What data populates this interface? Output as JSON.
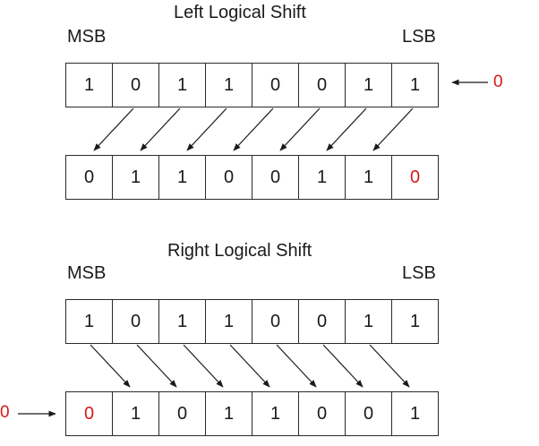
{
  "colors": {
    "shifted_in": "#d61a1a",
    "ink": "#1a1a1a"
  },
  "left_shift": {
    "title": "Left Logical Shift",
    "msb_label": "MSB",
    "lsb_label": "LSB",
    "before": [
      "1",
      "0",
      "1",
      "1",
      "0",
      "0",
      "1",
      "1"
    ],
    "after": [
      "0",
      "1",
      "1",
      "0",
      "0",
      "1",
      "1",
      "0"
    ],
    "shifted_in_value": "0",
    "shifted_in_index": 7
  },
  "right_shift": {
    "title": "Right Logical Shift",
    "msb_label": "MSB",
    "lsb_label": "LSB",
    "before": [
      "1",
      "0",
      "1",
      "1",
      "0",
      "0",
      "1",
      "1"
    ],
    "after": [
      "0",
      "1",
      "0",
      "1",
      "1",
      "0",
      "0",
      "1"
    ],
    "shifted_in_value": "0",
    "shifted_in_index": 0
  }
}
